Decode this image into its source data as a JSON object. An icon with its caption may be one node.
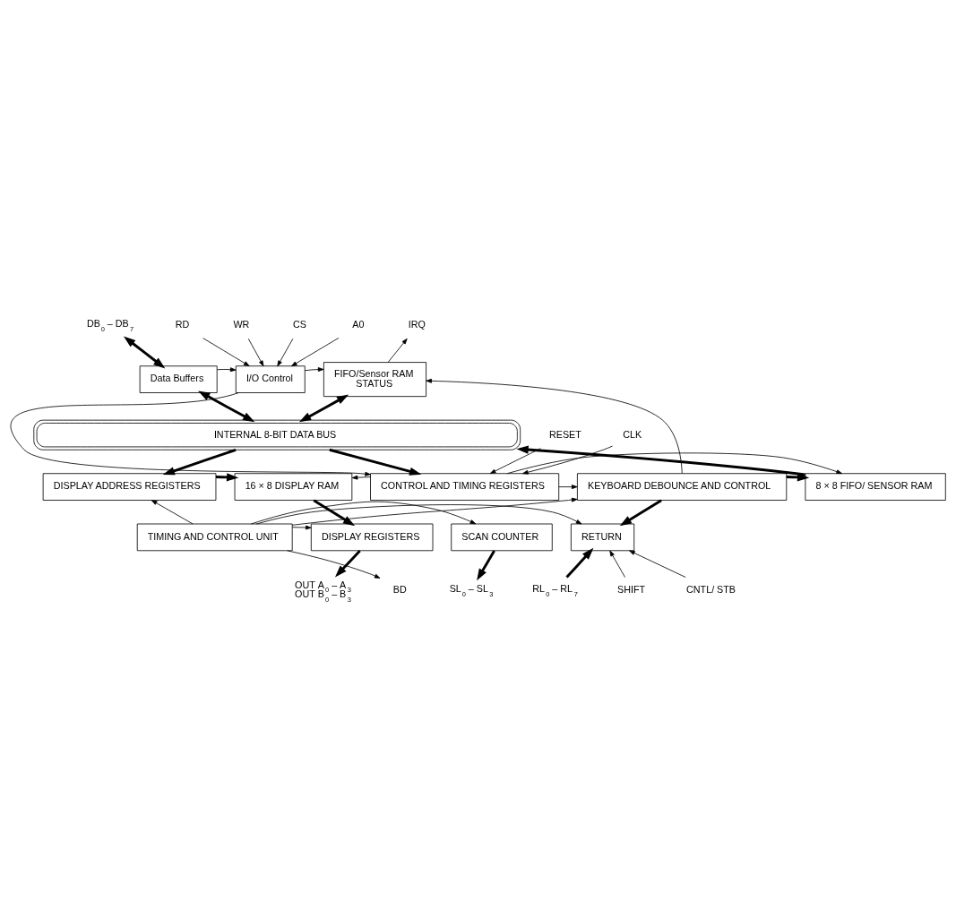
{
  "diagram": {
    "nodes": [
      {
        "text": [
          "DB$_{0}$ – DB$_{7}$"
        ]
      },
      {
        "text": [
          "Data Buffers"
        ]
      },
      {
        "text": [
          "RD"
        ]
      },
      {
        "text": [
          "WR"
        ]
      },
      {
        "text": [
          "CS"
        ]
      },
      {
        "text": [
          "A0"
        ]
      },
      {
        "text": [
          "I/O Control"
        ]
      },
      {
        "text": [
          "IRQ"
        ]
      },
      {
        "text": [
          "FIFO/Sensor RAM",
          "STATUS"
        ]
      },
      {
        "text": [
          "INTERNAL 8-BIT DATA BUS"
        ]
      },
      {
        "text": [
          "CLK"
        ]
      },
      {
        "text": [
          "RESET"
        ]
      },
      {
        "text": [
          "DISPLAY ADDRESS REGISTERS"
        ]
      },
      {
        "text": [
          "16 × 8 DISPLAY RAM"
        ]
      },
      {
        "text": [
          "CONTROL AND TIMING REGISTERS"
        ]
      },
      {
        "text": [
          "8 × 8 FIFO/ SENSOR RAM"
        ]
      },
      {
        "text": [
          "KEYBOARD DEBOUNCE AND CONTROL"
        ]
      },
      {
        "text": [
          "TIMING AND CONTROL UNIT"
        ]
      },
      {
        "text": [
          "DISPLAY REGISTERS"
        ]
      },
      {
        "text": [
          "SCAN COUNTER"
        ]
      },
      {
        "text": [
          "RETURN"
        ]
      },
      {
        "text": [
          "OUT A$_{0}$ – A$_{3}$",
          "OUT B$_{0}$ – B$_{3}$"
        ]
      },
      {
        "text": [
          "BD"
        ]
      },
      {
        "text": [
          "SL$_{0}$ – SL$_{3}$"
        ]
      },
      {
        "text": [
          "RL$_{0}$ – RL$_{7}$"
        ]
      },
      {
        "text": [
          "SHIFT"
        ]
      },
      {
        "text": [
          "CNTL/ STB"
        ]
      }
    ],
    "edges": [
      {
        "from": 0,
        "to": 1,
        "arrow": "both",
        "style": "thick"
      },
      {
        "from": 1,
        "to": 6,
        "arrow": "to"
      },
      {
        "from": 2,
        "to": 6,
        "arrow": "to"
      },
      {
        "from": 3,
        "to": 6,
        "arrow": "to"
      },
      {
        "from": 4,
        "to": 6,
        "arrow": "to"
      },
      {
        "from": 5,
        "to": 6,
        "arrow": "to"
      },
      {
        "from": 6,
        "to": 8,
        "arrow": "to"
      },
      {
        "from": 8,
        "to": 7,
        "arrow": "to"
      },
      {
        "from": 1,
        "to": 9,
        "arrow": "both",
        "style": "thick"
      },
      {
        "from": 8,
        "to": 9,
        "arrow": "both",
        "style": "thick"
      },
      {
        "from": 6,
        "to": 14,
        "arrow": "to"
      },
      {
        "from": 9,
        "to": 12,
        "arrow": "to",
        "style": "thick"
      },
      {
        "from": 9,
        "to": 14,
        "arrow": "to",
        "style": "thick"
      },
      {
        "from": 15,
        "to": 9,
        "arrow": "to",
        "style": "thick"
      },
      {
        "from": 16,
        "to": 8,
        "arrow": "to"
      },
      {
        "from": 10,
        "to": 14,
        "arrow": "to"
      },
      {
        "from": 11,
        "to": 14,
        "arrow": "to"
      },
      {
        "from": 12,
        "to": 13,
        "arrow": "to",
        "style": "thick"
      },
      {
        "from": 14,
        "to": 13,
        "arrow": "to"
      },
      {
        "from": 14,
        "to": 15,
        "arrow": "to"
      },
      {
        "from": 14,
        "to": 16,
        "arrow": "to"
      },
      {
        "from": 16,
        "to": 15,
        "arrow": "to",
        "style": "thick"
      },
      {
        "from": 13,
        "to": 18,
        "arrow": "to",
        "style": "thick"
      },
      {
        "from": 17,
        "to": 12,
        "arrow": "to"
      },
      {
        "from": 17,
        "to": 16,
        "arrow": "to"
      },
      {
        "from": 17,
        "to": 20,
        "arrow": "to"
      },
      {
        "from": 17,
        "to": 18,
        "arrow": "to"
      },
      {
        "from": 17,
        "to": 19,
        "arrow": "to"
      },
      {
        "from": 17,
        "to": 22,
        "arrow": "to"
      },
      {
        "from": 16,
        "to": 20,
        "arrow": "to",
        "style": "thick"
      },
      {
        "from": 18,
        "to": 21,
        "arrow": "to",
        "style": "thick"
      },
      {
        "from": 19,
        "to": 23,
        "arrow": "to",
        "style": "thick"
      },
      {
        "from": 24,
        "to": 20,
        "arrow": "to",
        "style": "thick"
      },
      {
        "from": 25,
        "to": 20,
        "arrow": "to"
      },
      {
        "from": 26,
        "to": 20,
        "arrow": "to"
      }
    ]
  }
}
